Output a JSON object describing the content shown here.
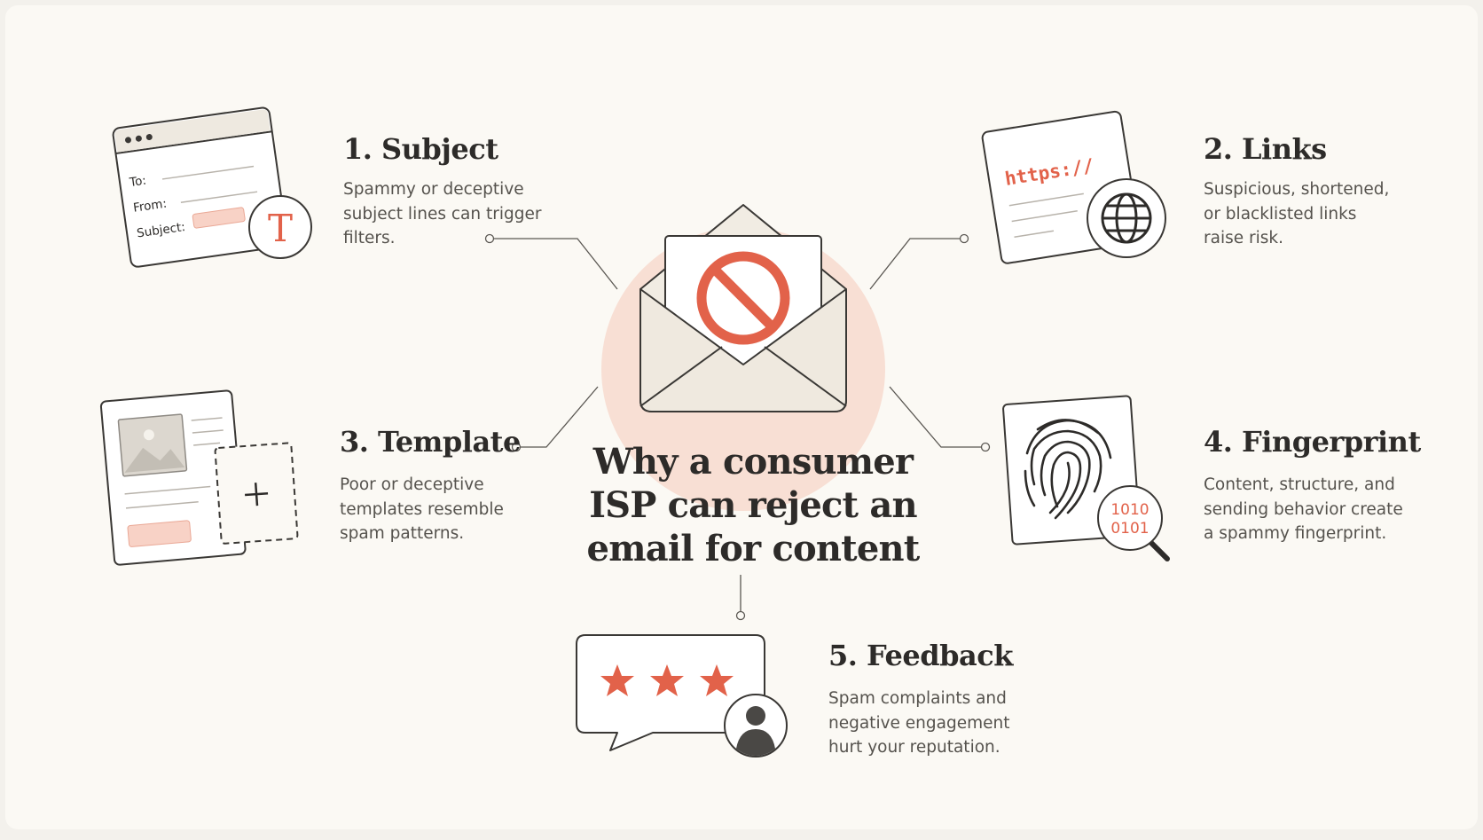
{
  "main_title": [
    "Why a consumer",
    "ISP can reject an",
    "email for content"
  ],
  "items": [
    {
      "title": "1. Subject",
      "desc": [
        "Spammy or deceptive",
        "subject lines can trigger",
        "filters."
      ]
    },
    {
      "title": "2. Links",
      "desc": [
        "Suspicious, shortened,",
        "or blacklisted links",
        "raise risk."
      ]
    },
    {
      "title": "3. Template",
      "desc": [
        "Poor or deceptive",
        "templates resemble",
        "spam patterns."
      ]
    },
    {
      "title": "4. Fingerprint",
      "desc": [
        "Content, structure, and",
        "sending behavior create",
        "a spammy fingerprint."
      ]
    },
    {
      "title": "5. Feedback",
      "desc": [
        "Spam complaints and",
        "negative engagement",
        "hurt your reputation."
      ]
    }
  ],
  "icons": {
    "subject_form": {
      "to": "To:",
      "from": "From:",
      "subject": "Subject:",
      "badge": "T"
    },
    "links_url": "https://",
    "fingerprint_binary": [
      "1010",
      "0101"
    ]
  },
  "colors": {
    "accent": "#e2624a",
    "accent_light": "#f8d2c6",
    "ink": "#2d2b29",
    "background": "#fbf9f4"
  }
}
